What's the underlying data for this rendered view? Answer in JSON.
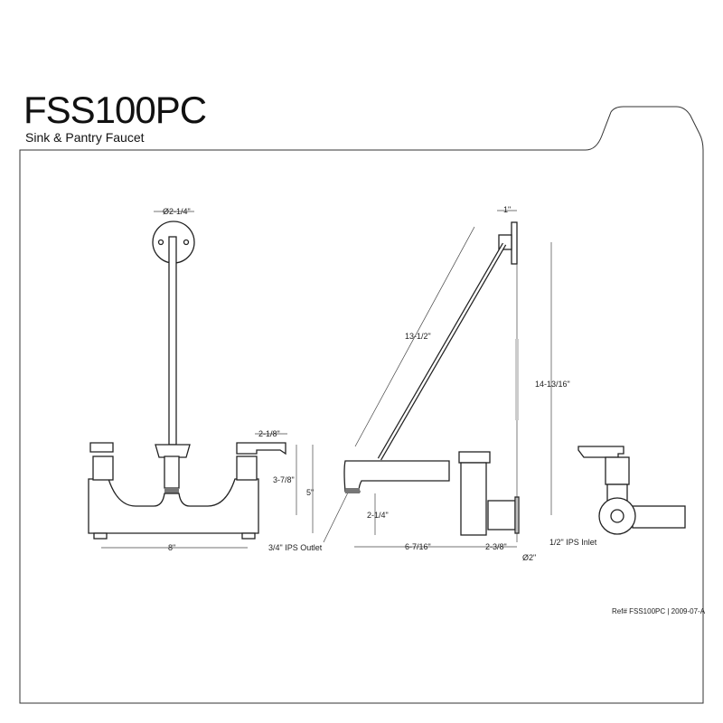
{
  "header": {
    "model": "FSS100PC",
    "description": "Sink & Pantry Faucet"
  },
  "front_view": {
    "flange_diameter": "Ø2-1/4\"",
    "handle_width": "2-1/8\"",
    "height_inner": "3-7/8\"",
    "height_total": "5\"",
    "centers": "8\"",
    "outlet": "3/4\" IPS Outlet"
  },
  "side_view": {
    "flange_depth": "1\"",
    "brace_length": "13-1/2\"",
    "overall_height": "14-13/16\"",
    "spout_height": "2-1/4\"",
    "spout_reach": "6-7/16\"",
    "body_depth": "2-3/8\"",
    "inlet_flange": "Ø2\""
  },
  "inlet_view": {
    "inlet": "1/2\" IPS Inlet"
  },
  "footer": {
    "reference": "Ref# FSS100PC | 2009-07-A"
  }
}
